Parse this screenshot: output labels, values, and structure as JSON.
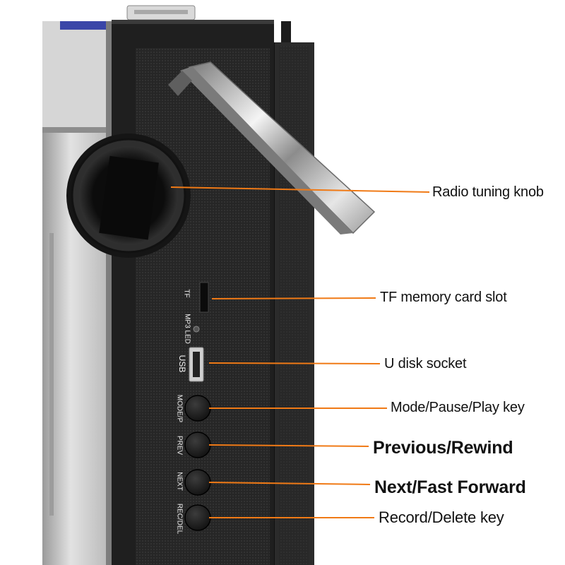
{
  "callouts": {
    "tuning_knob": "Radio tuning knob",
    "tf_slot": "TF memory card slot",
    "u_disk": "U disk socket",
    "mode_key": "Mode/Pause/Play key",
    "prev_key": "Previous/Rewind",
    "next_key": "Next/Fast Forward",
    "record_key": "Record/Delete key"
  },
  "panel_labels": {
    "tf": "TF",
    "mp3_led": "MP3 LED",
    "usb": "USB",
    "mode": "MODE/P",
    "prev": "PREV",
    "next": "NEXT",
    "rec": "REC/DEL"
  },
  "colors": {
    "leader_line": "#f07a16",
    "panel": "#232323",
    "body_silver": "#c9c9c9",
    "side_dark": "#2a2a2a"
  }
}
